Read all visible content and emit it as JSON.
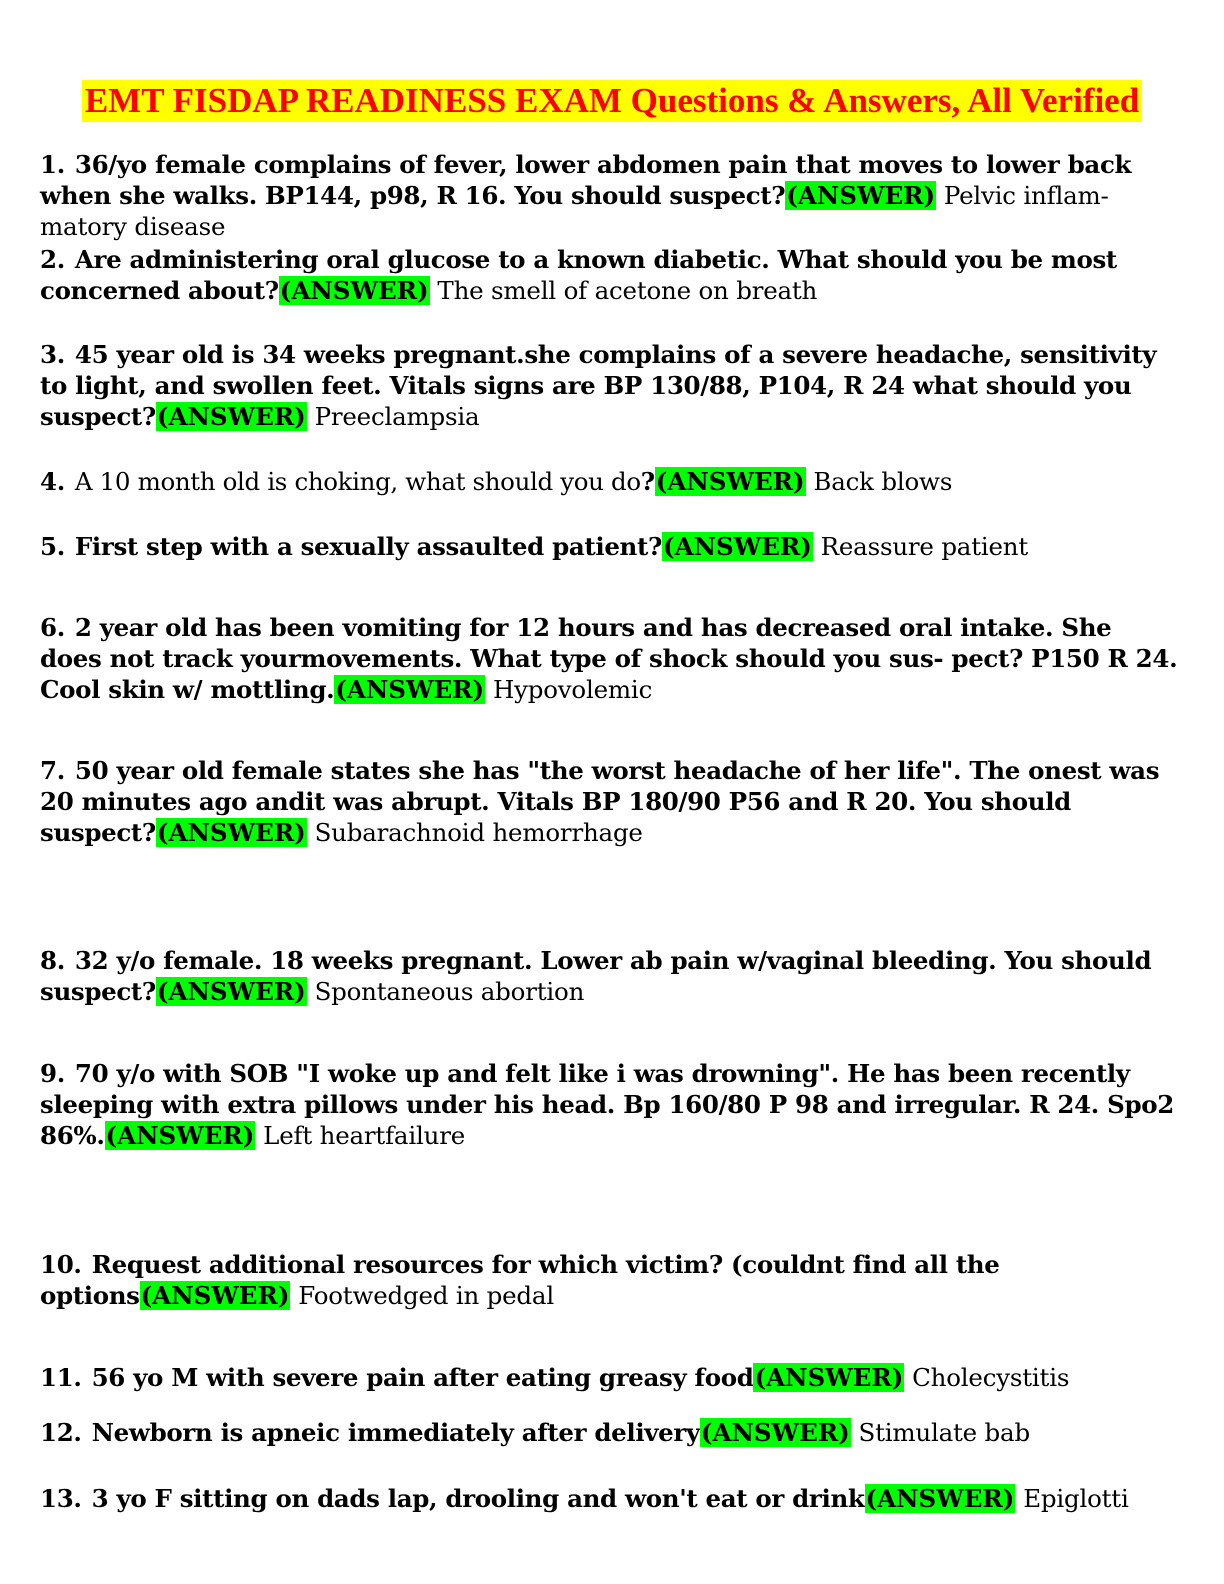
{
  "document": {
    "title": "EMT FISDAP READINESS EXAM Questions & Answers, All Verified",
    "answer_tag": "(ANSWER)",
    "colors": {
      "title_text": "#ff0000",
      "title_highlight": "#ffff00",
      "answer_highlight": "#00ff00"
    }
  },
  "items": [
    {
      "number": "1.",
      "question": "36/yo female complains of fever, lower abdomen pain that moves to lower back when she walks. BP144, p98, R 16. You should suspect?",
      "answer": "Pelvic inflam- matory disease"
    },
    {
      "number": "2.",
      "question": "Are administering oral glucose to a known diabetic. What should you be most concerned about?",
      "answer": "The smell of acetone on breath"
    },
    {
      "number": "3.",
      "question": "45 year old is 34 weeks pregnant.she complains of a severe headache, sensitivity to light, and swollen feet. Vitals signs are BP 130/88, P104, R 24 what should you suspect?",
      "answer": "Preeclampsia"
    },
    {
      "number": "4.",
      "question_regular": "A 10 month old is choking, what should you do",
      "question_bold_tail": "?",
      "answer": "Back blows"
    },
    {
      "number": "5.",
      "question": "First step with a sexually assaulted patient?",
      "answer": "Reassure patient"
    },
    {
      "number": "6.",
      "question": "2 year old has been vomiting for 12 hours and has decreased oral intake. She does not track yourmovements. What type of shock should you sus- pect? P150 R 24. Cool skin w/ mottling.",
      "answer": "Hypovolemic"
    },
    {
      "number": "7.",
      "question": "50 year old female states she has \"the worst headache of her life\". The onest was 20 minutes ago andit was abrupt. Vitals BP 180/90 P56 and R 20. You should suspect?",
      "answer": "Subarachnoid hemorrhage"
    },
    {
      "number": "8.",
      "question": "32 y/o female. 18 weeks pregnant. Lower ab pain w/vaginal bleeding. You should suspect?",
      "answer": "Spontaneous abortion"
    },
    {
      "number": "9.",
      "question": "70 y/o with SOB \"I woke up and felt like i was drowning\". He has been recently sleeping with extra pillows under his head. Bp 160/80 P 98 and irregular. R 24. Spo2 86%.",
      "answer": "Left heartfailure"
    },
    {
      "number": "10.",
      "question": "Request additional resources for which victim? (couldnt find all the options",
      "answer": "Footwedged in pedal"
    },
    {
      "number": "11.",
      "question": "56 yo M with severe pain after eating greasy food",
      "answer": "Cholecystitis"
    },
    {
      "number": "12.",
      "question": "Newborn is apneic immediately after delivery",
      "answer": "Stimulate bab"
    },
    {
      "number": "13.",
      "question": "3 yo F sitting on dads lap, drooling and won't eat or drink",
      "answer": "Epiglotti"
    }
  ]
}
